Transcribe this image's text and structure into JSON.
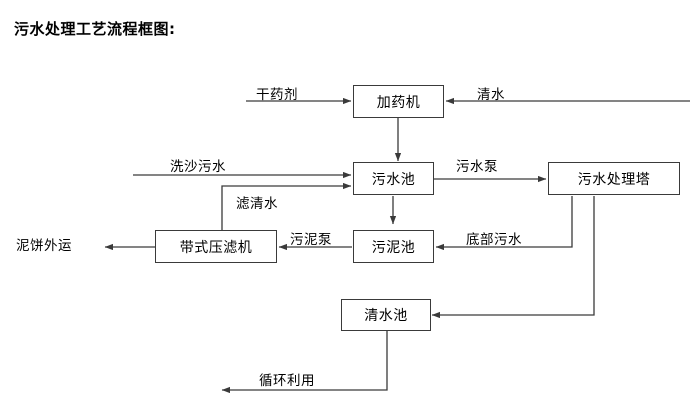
{
  "title": "污水处理工艺流程框图:",
  "colors": {
    "line": "#3a3a3a",
    "box_border": "#3a3a3a",
    "background": "#ffffff",
    "text": "#000000"
  },
  "nodes": [
    {
      "id": "dosing-machine",
      "label": "加药机"
    },
    {
      "id": "sewage-pool",
      "label": "污水池"
    },
    {
      "id": "treatment-tower",
      "label": "污水处理塔"
    },
    {
      "id": "belt-filter-press",
      "label": "带式压滤机"
    },
    {
      "id": "sludge-pool",
      "label": "污泥池"
    },
    {
      "id": "clean-water-pool",
      "label": "清水池"
    }
  ],
  "edge_labels": [
    {
      "id": "dry-reagent",
      "label": "干药剂"
    },
    {
      "id": "clean-water-in",
      "label": "清水"
    },
    {
      "id": "sand-wash-sewage",
      "label": "洗沙污水"
    },
    {
      "id": "filtered-clear-water",
      "label": "滤清水"
    },
    {
      "id": "sewage-pump",
      "label": "污水泵"
    },
    {
      "id": "sludge-pump",
      "label": "污泥泵"
    },
    {
      "id": "bottom-sewage",
      "label": "底部污水"
    },
    {
      "id": "mud-cake-outbound",
      "label": "泥饼外运"
    },
    {
      "id": "recycle-reuse",
      "label": "循环利用"
    }
  ]
}
